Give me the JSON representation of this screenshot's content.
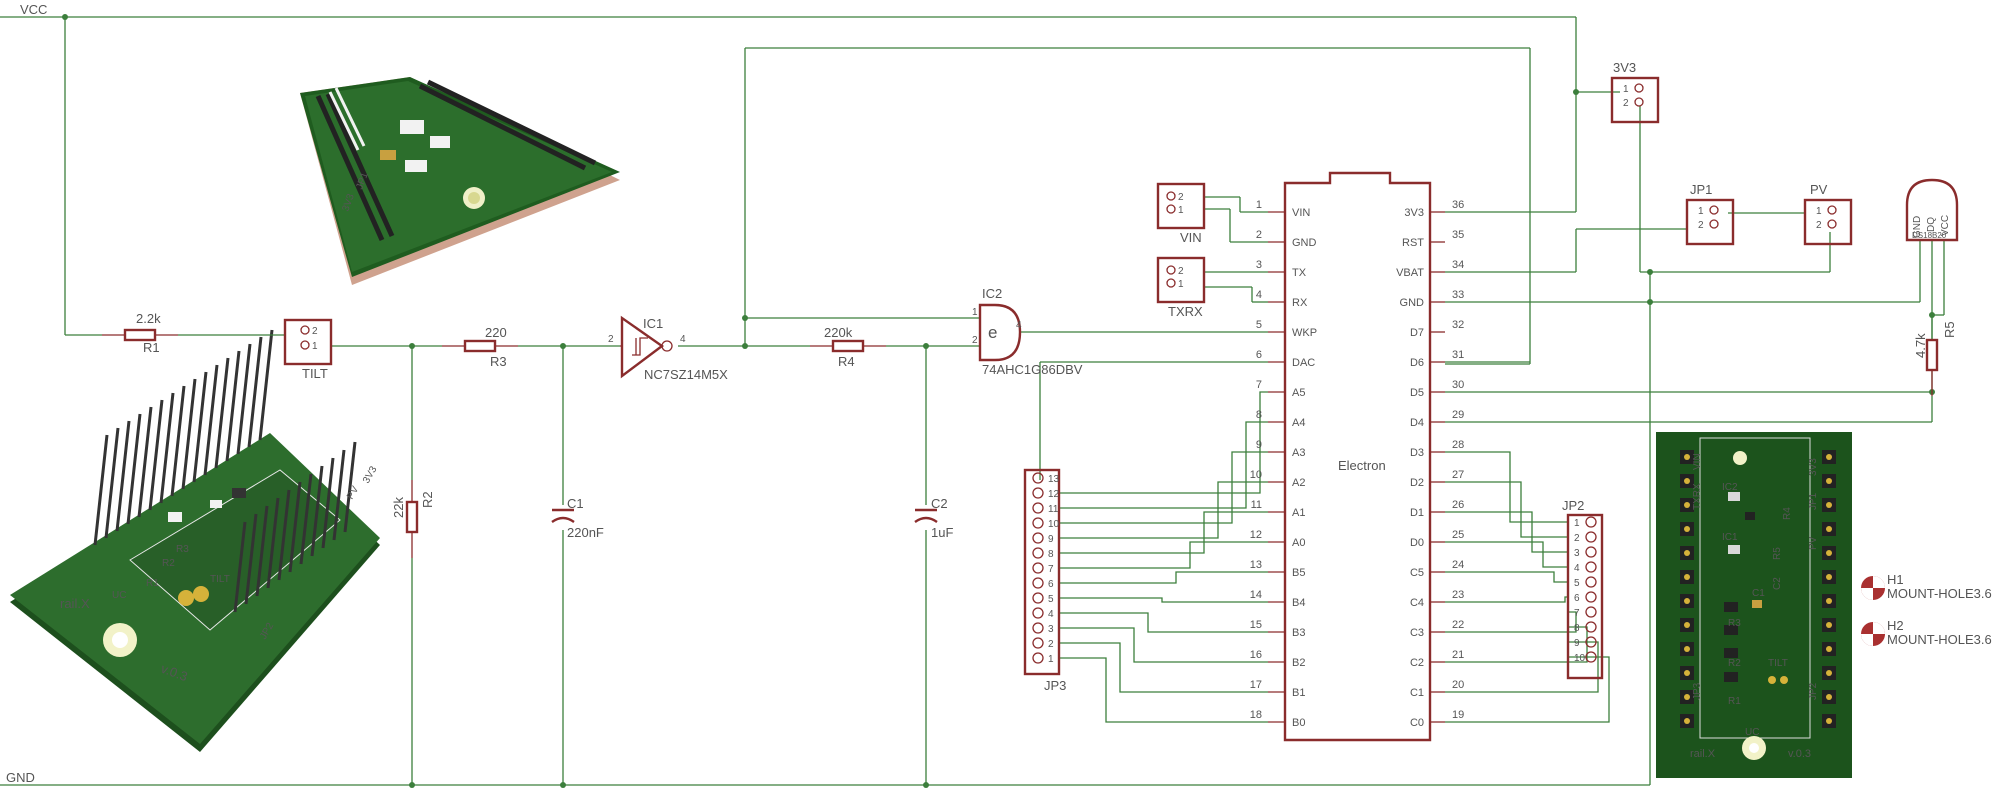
{
  "nets": {
    "vcc": "VCC",
    "gnd": "GND"
  },
  "parts": {
    "r1": {
      "name": "R1",
      "value": "2.2k"
    },
    "tilt": {
      "name": "TILT",
      "pin1": "1",
      "pin2": "2"
    },
    "r3": {
      "name": "R3",
      "value": "220"
    },
    "r2": {
      "name": "R2",
      "value": "22k"
    },
    "c1": {
      "name": "C1",
      "value": "220nF"
    },
    "ic1": {
      "name": "IC1",
      "value": "NC7SZ14M5X",
      "pin_in": "2",
      "pin_out": "4"
    },
    "r4": {
      "name": "R4",
      "value": "220k"
    },
    "c2": {
      "name": "C2",
      "value": "1uF"
    },
    "ic2": {
      "name": "IC2",
      "value": "74AHC1G86DBV",
      "pin1": "1",
      "pin2": "2",
      "pin4": "4",
      "symbol": "e"
    },
    "vin": {
      "name": "VIN",
      "pin1": "1",
      "pin2": "2"
    },
    "txrx": {
      "name": "TXRX",
      "pin1": "1",
      "pin2": "2"
    },
    "v3v3": {
      "name": "3V3",
      "pin1": "1",
      "pin2": "2"
    },
    "jp1": {
      "name": "JP1",
      "pin1": "1",
      "pin2": "2"
    },
    "pv": {
      "name": "PV",
      "pin1": "1",
      "pin2": "2"
    },
    "ds": {
      "name": "DS18B20",
      "gnd": "GND",
      "dq": "DQ",
      "vcc": "VCC"
    },
    "r5": {
      "name": "R5",
      "value": "4.7k"
    },
    "electron": {
      "name": "Electron"
    },
    "jp3": {
      "name": "JP3"
    },
    "jp2": {
      "name": "JP2"
    },
    "h1": {
      "name": "H1",
      "value": "MOUNT-HOLE3.6"
    },
    "h2": {
      "name": "H2",
      "value": "MOUNT-HOLE3.6"
    }
  },
  "electron_left": [
    {
      "num": "1",
      "name": "VIN"
    },
    {
      "num": "2",
      "name": "GND"
    },
    {
      "num": "3",
      "name": "TX"
    },
    {
      "num": "4",
      "name": "RX"
    },
    {
      "num": "5",
      "name": "WKP"
    },
    {
      "num": "6",
      "name": "DAC"
    },
    {
      "num": "7",
      "name": "A5"
    },
    {
      "num": "8",
      "name": "A4"
    },
    {
      "num": "9",
      "name": "A3"
    },
    {
      "num": "10",
      "name": "A2"
    },
    {
      "num": "11",
      "name": "A1"
    },
    {
      "num": "12",
      "name": "A0"
    },
    {
      "num": "13",
      "name": "B5"
    },
    {
      "num": "14",
      "name": "B4"
    },
    {
      "num": "15",
      "name": "B3"
    },
    {
      "num": "16",
      "name": "B2"
    },
    {
      "num": "17",
      "name": "B1"
    },
    {
      "num": "18",
      "name": "B0"
    }
  ],
  "electron_right": [
    {
      "num": "36",
      "name": "3V3"
    },
    {
      "num": "35",
      "name": "RST"
    },
    {
      "num": "34",
      "name": "VBAT"
    },
    {
      "num": "33",
      "name": "GND"
    },
    {
      "num": "32",
      "name": "D7"
    },
    {
      "num": "31",
      "name": "D6"
    },
    {
      "num": "30",
      "name": "D5"
    },
    {
      "num": "29",
      "name": "D4"
    },
    {
      "num": "28",
      "name": "D3"
    },
    {
      "num": "27",
      "name": "D2"
    },
    {
      "num": "26",
      "name": "D1"
    },
    {
      "num": "25",
      "name": "D0"
    },
    {
      "num": "24",
      "name": "C5"
    },
    {
      "num": "23",
      "name": "C4"
    },
    {
      "num": "22",
      "name": "C3"
    },
    {
      "num": "21",
      "name": "C2"
    },
    {
      "num": "20",
      "name": "C1"
    },
    {
      "num": "19",
      "name": "C0"
    }
  ],
  "jp3_pins": [
    "13",
    "12",
    "11",
    "10",
    "9",
    "8",
    "7",
    "6",
    "5",
    "4",
    "3",
    "2",
    "1"
  ],
  "jp2_pins": [
    "1",
    "2",
    "3",
    "4",
    "5",
    "6",
    "7",
    "8",
    "9",
    "10"
  ],
  "renders": {
    "top_left": {
      "silk": [
        "3V3",
        "JP1"
      ]
    },
    "bottom_left": {
      "brand": "rail.X",
      "version": "v.0.3",
      "silk": [
        "TILT",
        "JP2",
        "R1",
        "R2",
        "R3",
        "UC",
        "PV",
        "3V3"
      ]
    },
    "right": {
      "brand": "rail.X",
      "version": "v.0.3",
      "silk": [
        "VIN",
        "3V3",
        "TXRX",
        "JP1",
        "PV",
        "IC2",
        "IC1",
        "R4",
        "R5",
        "C1",
        "C2",
        "R3",
        "R2",
        "R1",
        "TILT",
        "UC",
        "JP2",
        "JP3"
      ]
    }
  }
}
